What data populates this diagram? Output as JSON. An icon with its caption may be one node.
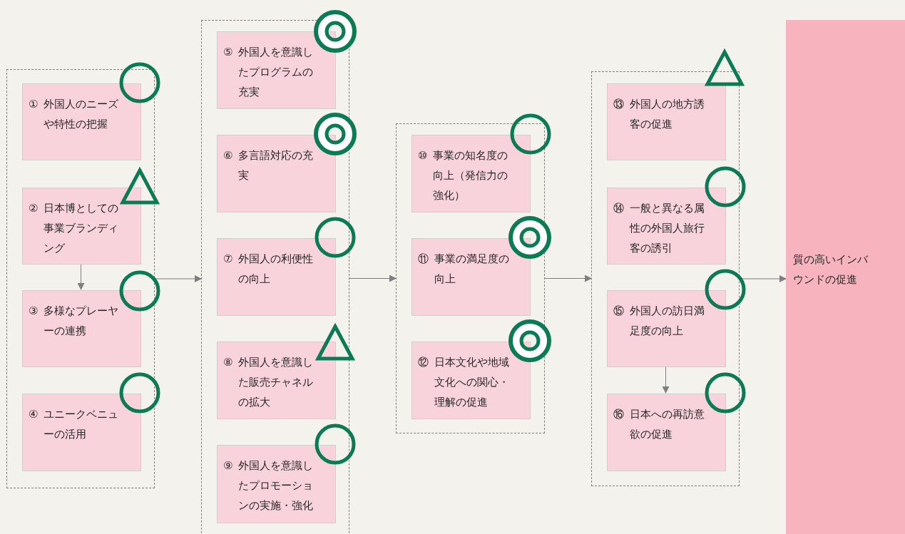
{
  "diagram": {
    "nodes": [
      {
        "text": [],
        "shape": "box"
      },
      {
        "text": [
          "①",
          "外国人のニーズや特性の把握"
        ],
        "in": 0
      },
      {
        "text": [
          "②",
          "日本博としての事業ブランディング"
        ],
        "in": 0
      },
      {
        "text": [
          "③",
          "多様なプレーヤーの連携"
        ],
        "in": 0
      },
      {
        "text": [
          "④",
          "ユニークベニューの活用"
        ],
        "in": 0
      },
      {
        "text": [],
        "shape": "box"
      },
      {
        "text": [
          "⑤",
          "外国人を意識したプログラムの充実"
        ],
        "in": 5
      },
      {
        "text": [
          "⑥",
          "多言語対応の充実"
        ],
        "in": 5
      },
      {
        "text": [
          "⑦",
          "外国人の利便性の向上"
        ],
        "in": 5
      },
      {
        "text": [
          "⑧",
          "外国人を意識した販売チャネルの拡大"
        ],
        "in": 5
      },
      {
        "text": [
          "⑨",
          "外国人を意識したプロモーションの実施・強化"
        ],
        "in": 5
      },
      {
        "text": [],
        "shape": "box"
      },
      {
        "text": [
          "⑩",
          "事業の知名度の向上（発信力の強化）"
        ],
        "in": 11
      },
      {
        "text": [
          "⑪",
          "事業の満足度の向上"
        ],
        "in": 11
      },
      {
        "text": [
          "⑫",
          "日本文化や地域文化への関心・理解の促進"
        ],
        "in": 11
      },
      {
        "text": [],
        "shape": "box"
      },
      {
        "text": [
          "⑬",
          "外国人の地方誘客の促進"
        ],
        "in": 15
      },
      {
        "text": [
          "⑭",
          "一般と異なる属性の外国人旅行客の誘引"
        ],
        "in": 15
      },
      {
        "text": [
          "⑮",
          "外国人の訪日満足度の向上"
        ],
        "in": 15
      },
      {
        "text": [
          "⑯",
          "日本への再訪意欲の促進"
        ],
        "in": 15
      },
      {
        "text": [
          "質の高いインバウンドの促進"
        ]
      }
    ],
    "edges": [
      {
        "from": 2,
        "to": 3,
        "arrow": "to"
      },
      {
        "from": 0,
        "to": 5,
        "arrow": "to"
      },
      {
        "from": 5,
        "to": 11,
        "arrow": "to"
      },
      {
        "from": 11,
        "to": 15,
        "arrow": "to"
      },
      {
        "from": 15,
        "to": 20,
        "arrow": "to"
      },
      {
        "from": 18,
        "to": 19,
        "arrow": "to"
      }
    ]
  }
}
